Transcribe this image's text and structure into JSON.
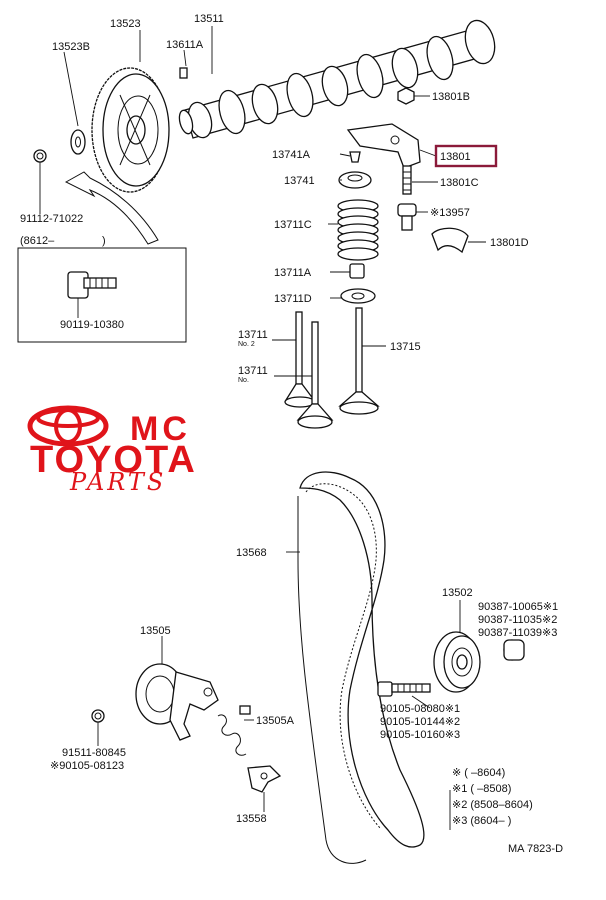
{
  "brand": {
    "mark": "MC",
    "name": "TOYOTA",
    "sub": "PARTS"
  },
  "highlight_color": "#8b1a3a",
  "brand_color": "#e0141a",
  "labels": {
    "p13523": "13523",
    "p13511": "13511",
    "p13523B": "13523B",
    "p13611A": "13611A",
    "p13801B": "13801B",
    "p13741A": "13741A",
    "p13801": "13801",
    "p13741": "13741",
    "p13801C": "13801C",
    "p13711C": "13711C",
    "p13957": "※13957",
    "p13801D": "13801D",
    "p13711A": "13711A",
    "p13711D": "13711D",
    "p13711n2": "13711",
    "p13711n2sub": "No. 2",
    "p13711n1": "13711",
    "p13711n1sub": "No.",
    "p13715": "13715",
    "p91112": "91112-71022",
    "p8612": "(8612–",
    "p8612close": ")",
    "p90119": "90119-10380",
    "p13568": "13568",
    "p13502": "13502",
    "p90387a": "90387-10065※1",
    "p90387b": "90387-11035※2",
    "p90387c": "90387-11039※3",
    "p13505": "13505",
    "p13505A": "13505A",
    "p90105a": "90105-08080※1",
    "p90105b": "90105-10144※2",
    "p90105c": "90105-10160※3",
    "p91511": "91511-80845",
    "p90105d": "※90105-08123",
    "p13558": "13558",
    "legend1": "※    (        –8604)",
    "legend2": "※1 (        –8508)",
    "legend3": "※2 (8508–8604)",
    "legend4": "※3 (8604–        )",
    "code": "MA  7823-D"
  }
}
